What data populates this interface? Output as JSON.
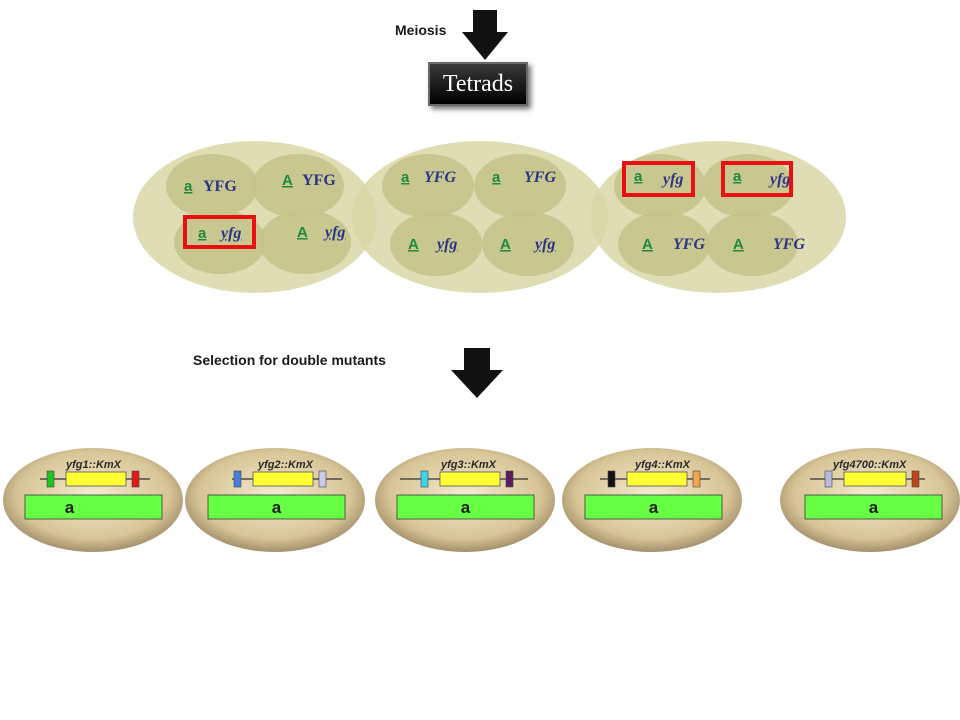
{
  "meiosis_label": "Meiosis",
  "tetrads_label": "Tetrads",
  "selection_label": "Selection for double mutants",
  "tetrads": [
    {
      "spores": [
        {
          "mt": "a",
          "gene": "YFG",
          "italic": false,
          "underline": false,
          "selected": false
        },
        {
          "mt": "A",
          "gene": "YFG",
          "italic": false,
          "underline": false,
          "selected": false
        },
        {
          "mt": "a",
          "gene": "yfg",
          "italic": true,
          "underline": true,
          "selected": true
        },
        {
          "mt": "A",
          "gene": "yfg",
          "italic": true,
          "underline": true,
          "selected": false
        }
      ]
    },
    {
      "spores": [
        {
          "mt": "a",
          "gene": "YFG",
          "italic": true,
          "underline": false,
          "selected": false
        },
        {
          "mt": "a",
          "gene": "YFG",
          "italic": true,
          "underline": false,
          "selected": false
        },
        {
          "mt": "A",
          "gene": "yfg",
          "italic": true,
          "underline": true,
          "selected": false
        },
        {
          "mt": "A",
          "gene": "yfg",
          "italic": true,
          "underline": true,
          "selected": false
        }
      ]
    },
    {
      "spores": [
        {
          "mt": "a",
          "gene": "yfg",
          "italic": true,
          "underline": false,
          "selected": true
        },
        {
          "mt": "a",
          "gene": "yfg",
          "italic": true,
          "underline": false,
          "selected": true
        },
        {
          "mt": "A",
          "gene": "YFG",
          "italic": true,
          "underline": false,
          "selected": false
        },
        {
          "mt": "A",
          "gene": "YFG",
          "italic": true,
          "underline": false,
          "selected": false
        }
      ]
    }
  ],
  "mutants": [
    {
      "label": "yfg1::KmX",
      "mating_type": "a",
      "left_color": "#22c422",
      "right_color": "#e01919"
    },
    {
      "label": "yfg2::KmX",
      "mating_type": "a",
      "left_color": "#4a7fd6",
      "right_color": "#c9c9e8"
    },
    {
      "label": "yfg3::KmX",
      "mating_type": "a",
      "left_color": "#3fd3e8",
      "right_color": "#5a1c5e"
    },
    {
      "label": "yfg4::KmX",
      "mating_type": "a",
      "left_color": "#111111",
      "right_color": "#f4a54a"
    },
    {
      "label": "yfg4700::KmX",
      "mating_type": "a",
      "left_color": "#b9b9d9",
      "right_color": "#c0441c"
    }
  ],
  "colors": {
    "tetrad_fill": "#d8d7a6",
    "spore_fill": "#c6c48c",
    "highlight": "#e81010",
    "mating_type_text": "#1e8a3c",
    "gene_text": "#2b3583",
    "plasmid_bar": "#ffff33",
    "mat_bar": "#66ff44"
  }
}
